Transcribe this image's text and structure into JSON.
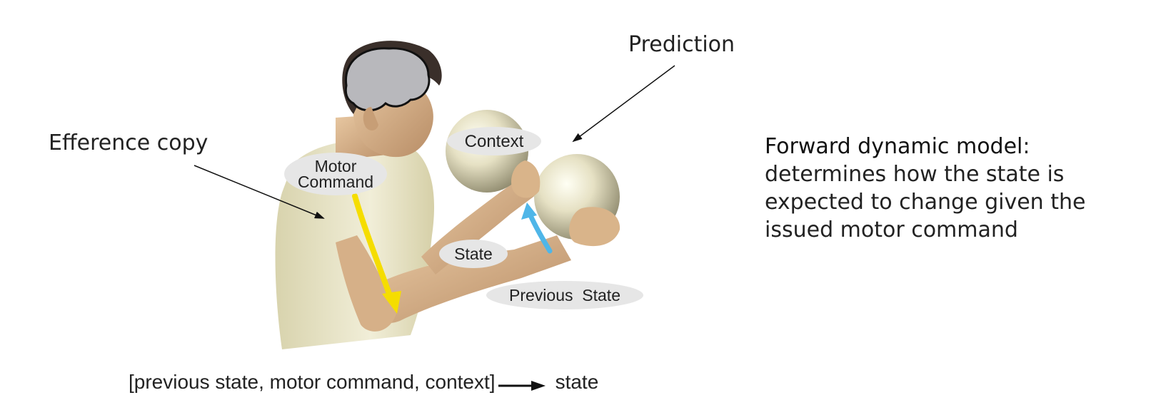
{
  "annotations": {
    "prediction": "Prediction",
    "efference_copy": "Efference copy"
  },
  "figure_labels": {
    "context": "Context",
    "motor_line1": "Motor",
    "motor_line2": "Command",
    "state": "State",
    "previous_state": "Previous  State"
  },
  "formula": {
    "inputs": "[previous state, motor command, context]",
    "output": "state"
  },
  "description": {
    "term": "Forward dynamic model",
    "text": ": determines how the state is expected to change given the issued motor command"
  },
  "colors": {
    "motor_arrow": "#f5dd00",
    "state_arrow": "#4fb6e8",
    "pill_fill": "#e6e6e6",
    "skin": "#d9b48a",
    "shirt": "#e8e4c4",
    "brain": "#b8b8bc",
    "hair": "#3a2f2a"
  }
}
